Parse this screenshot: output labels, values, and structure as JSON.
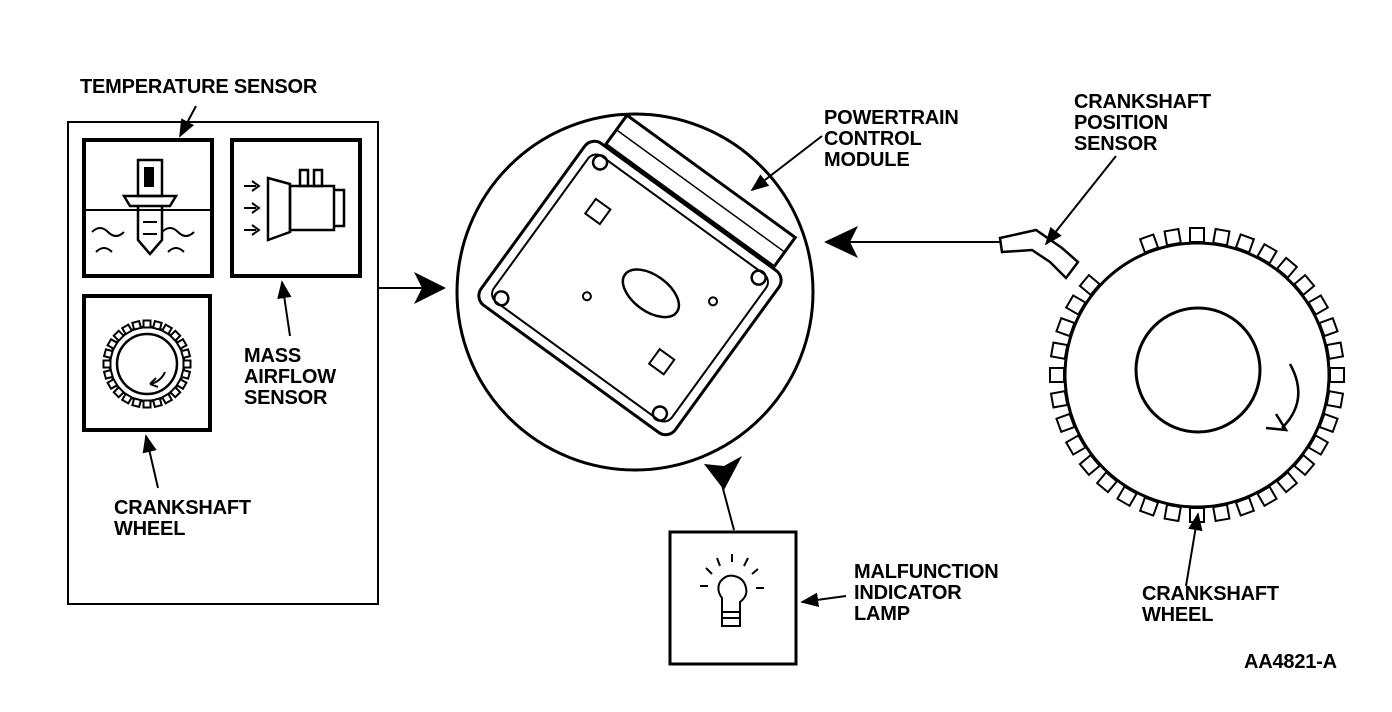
{
  "labels": {
    "temperature_sensor": "TEMPERATURE SENSOR",
    "mass_airflow_sensor": [
      "MASS",
      "AIRFLOW",
      "SENSOR"
    ],
    "crankshaft_wheel_left": [
      "CRANKSHAFT",
      "WHEEL"
    ],
    "powertrain_control_module": [
      "POWERTRAIN",
      "CONTROL",
      "MODULE"
    ],
    "crankshaft_position_sensor": [
      "CRANKSHAFT",
      "POSITION",
      "SENSOR"
    ],
    "malfunction_indicator_lamp": [
      "MALFUNCTION",
      "INDICATOR",
      "LAMP"
    ],
    "crankshaft_wheel_right": [
      "CRANKSHAFT",
      "WHEEL"
    ],
    "figure_id": "AA4821-A"
  }
}
